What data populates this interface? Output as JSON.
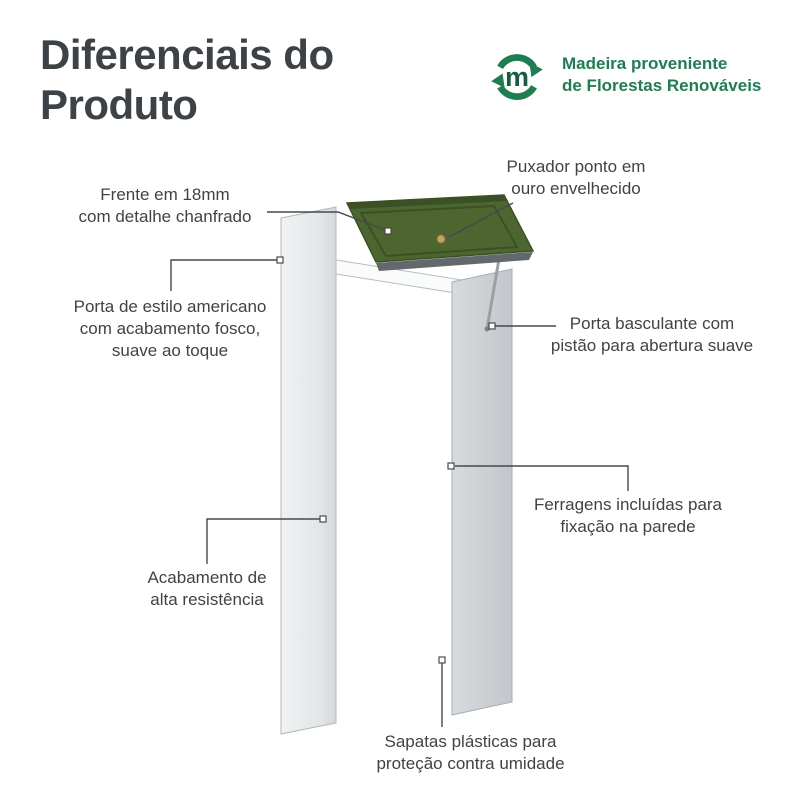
{
  "header": {
    "title": "Diferenciais do\nProduto"
  },
  "eco_badge": {
    "letter": "m",
    "text": "Madeira proveniente\nde Florestas Renováveis"
  },
  "callouts": {
    "frente": "Frente em 18mm\ncom detalhe chanfrado",
    "puxador": "Puxador ponto em\nouro envelhecido",
    "porta_estilo": "Porta de estilo americano\ncom acabamento fosco,\nsuave ao toque",
    "basculante": "Porta basculante com\npistão para abertura suave",
    "ferragens": "Ferragens incluídas para\nfixação na parede",
    "acabamento": "Acabamento de\nalta resistência",
    "sapatas": "Sapatas plásticas para\nproteção contra umidade"
  },
  "colors": {
    "accent_green": "#1f7d52",
    "eco_letter_green": "#155c40",
    "door_green": "#4d6630",
    "door_green_dark": "#3b5125",
    "title_text": "#3d4247",
    "label_text": "#3f4347",
    "callout_line": "#46494c",
    "panel_light": "#e9ebee",
    "panel_dark": "#c9cdd1",
    "handle_gold": "#c8a35e"
  }
}
